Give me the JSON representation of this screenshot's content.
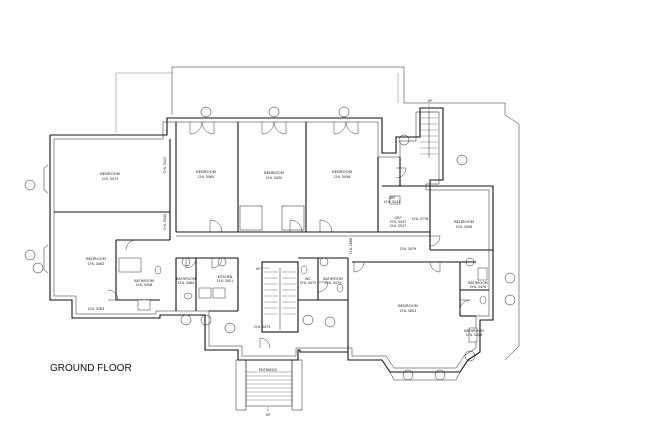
{
  "plan": {
    "title": "GROUND FLOOR",
    "arrows": {
      "up_top": "UP",
      "up_stair": "UP",
      "up_bottom": "UP"
    },
    "rooms": {
      "bed_nw": {
        "name": "BEDROOM",
        "code": "CHL 3474"
      },
      "bed_w": {
        "name": "BEDROOM",
        "code": "CHL 3462"
      },
      "bed_1": {
        "name": "BEDROOM",
        "code": "CHL 3465"
      },
      "bed_2": {
        "name": "BEDROOM",
        "code": "CHL 3430"
      },
      "bed_3": {
        "name": "BEDROOM",
        "code": "CHL 3436"
      },
      "bed_e": {
        "name": "BEDROOM",
        "code": "CHL 3506"
      },
      "bed_se": {
        "name": "BEDROOM",
        "code": "CHL 3653"
      },
      "bath_w": {
        "name": "BATHROOM",
        "code": "CHL 3458"
      },
      "bath_2": {
        "name": "BATHROOM",
        "code": "CHL 3464"
      },
      "bath_e": {
        "name": "BATHROOM",
        "code": "CHL 3475"
      },
      "bath_se": {
        "name": "BATHROOM",
        "code": "CHL 3476"
      },
      "bath_s": {
        "name": "BATHROOM",
        "code": "CHL 3404"
      },
      "kitchen": {
        "name": "KITCHEN",
        "code": "CHL 3451"
      },
      "wc": {
        "name": "WC",
        "code": "CHL 3472"
      },
      "grf": {
        "name": "GRF",
        "code": "CHL 3441"
      },
      "grf2": {
        "name": "GRF",
        "code": "CHL 3437"
      },
      "entrance": {
        "name": "ENTRANCE"
      }
    },
    "codes": {
      "c3520": "CHL 3520",
      "c3546": "CHL 3546",
      "c3783": "CHL 3783",
      "c3475": "CHL 3475",
      "c3479": "CHL 3479",
      "c2888": "CHL 2888",
      "c3547": "CHL 3547",
      "c3778": "CHL 3778"
    }
  }
}
